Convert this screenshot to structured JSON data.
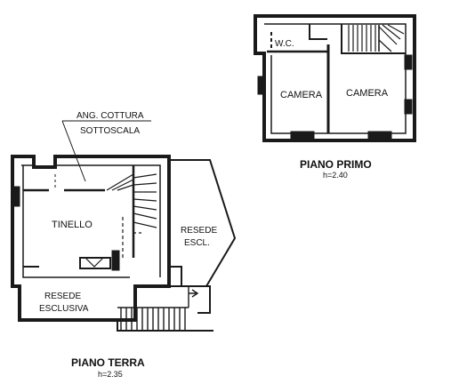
{
  "upper_floor": {
    "rooms": {
      "wc": "W.C.",
      "camera_left": "CAMERA",
      "camera_right": "CAMERA"
    },
    "title": "PIANO PRIMO",
    "height": "h=2.40"
  },
  "ground_floor": {
    "labels": {
      "kitchen_corner": "ANG. COTTURA",
      "under_stairs": "SOTTOSCALA",
      "tinello": "TINELLO",
      "resede_escl_1": "RESEDE",
      "resede_escl_2": "ESCL.",
      "resede_esclusiva_1": "RESEDE",
      "resede_esclusiva_2": "ESCLUSIVA"
    },
    "title": "PIANO TERRA",
    "height": "h=2.35"
  },
  "colors": {
    "wall": "#1a1a1a",
    "hatch": "#444444",
    "paper": "#ffffff"
  }
}
